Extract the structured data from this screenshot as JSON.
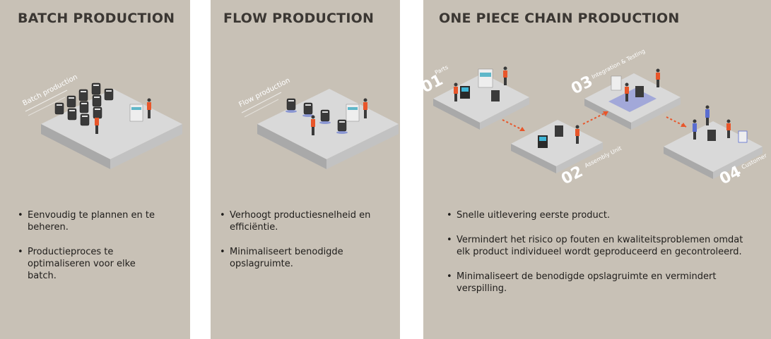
{
  "panels": [
    {
      "title": "BATCH PRODUCTION",
      "illustration_label": "Batch production",
      "bullets": [
        "Eenvoudig te plannen en te beheren.",
        "Productieproces te optimaliseren voor elke batch."
      ]
    },
    {
      "title": "FLOW PRODUCTION",
      "illustration_label": "Flow production",
      "bullets": [
        "Verhoogt productiesnelheid en efficiëntie.",
        "Minimaliseert benodigde opslagruimte."
      ]
    },
    {
      "title": "ONE PIECE CHAIN PRODUCTION",
      "stages": [
        {
          "number": "01",
          "label": "Parts"
        },
        {
          "number": "02",
          "label": "Assembly Unit"
        },
        {
          "number": "03",
          "label": "Integration & Testing"
        },
        {
          "number": "04",
          "label": "Customer"
        }
      ],
      "bullets": [
        "Snelle uitlevering eerste product.",
        "Vermindert het risico op fouten en kwaliteitsproblemen omdat elk product individueel wordt geproduceerd en gecontroleerd.",
        "Minimaliseert de benodigde opslagruimte en vermindert verspilling."
      ]
    }
  ],
  "colors": {
    "panel_bg": "#c8c1b6",
    "platform": "#dcdcdc",
    "accent_orange": "#e8562a",
    "title": "#3b3733"
  }
}
